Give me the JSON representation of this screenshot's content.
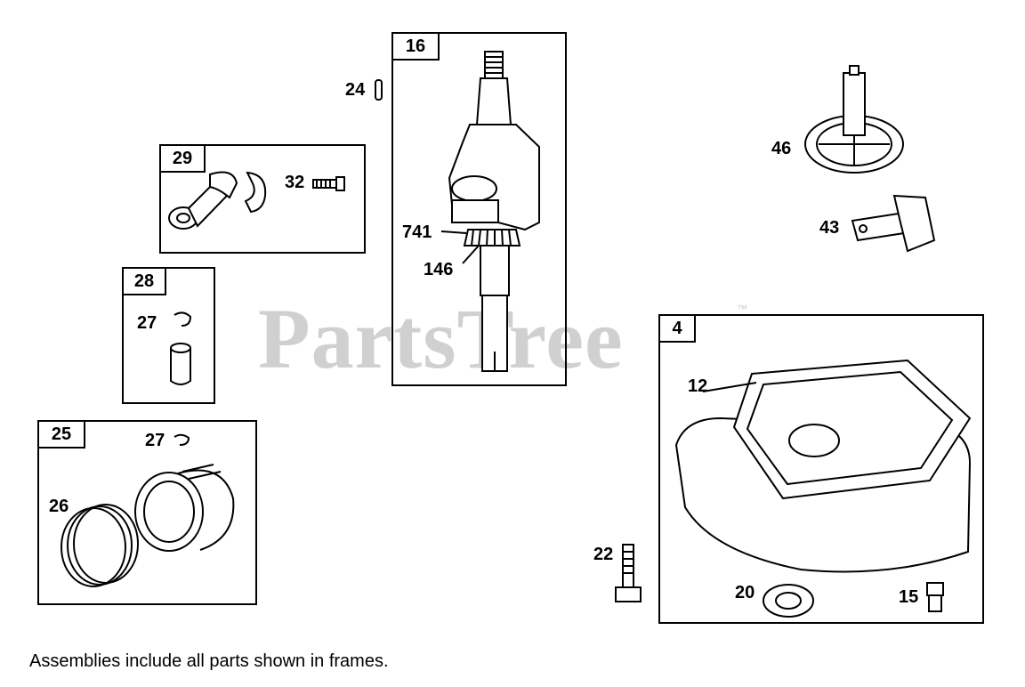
{
  "watermark": {
    "text": "PartsTree",
    "tm": "™"
  },
  "frames": {
    "f16": "16",
    "f29": "29",
    "f28": "28",
    "f25": "25",
    "f4": "4"
  },
  "labels": {
    "p24": "24",
    "p32": "32",
    "p741": "741",
    "p146": "146",
    "p27a": "27",
    "p27b": "27",
    "p26": "26",
    "p46": "46",
    "p43": "43",
    "p12": "12",
    "p22": "22",
    "p20": "20",
    "p15": "15"
  },
  "footer": "Assemblies include all parts shown in frames."
}
